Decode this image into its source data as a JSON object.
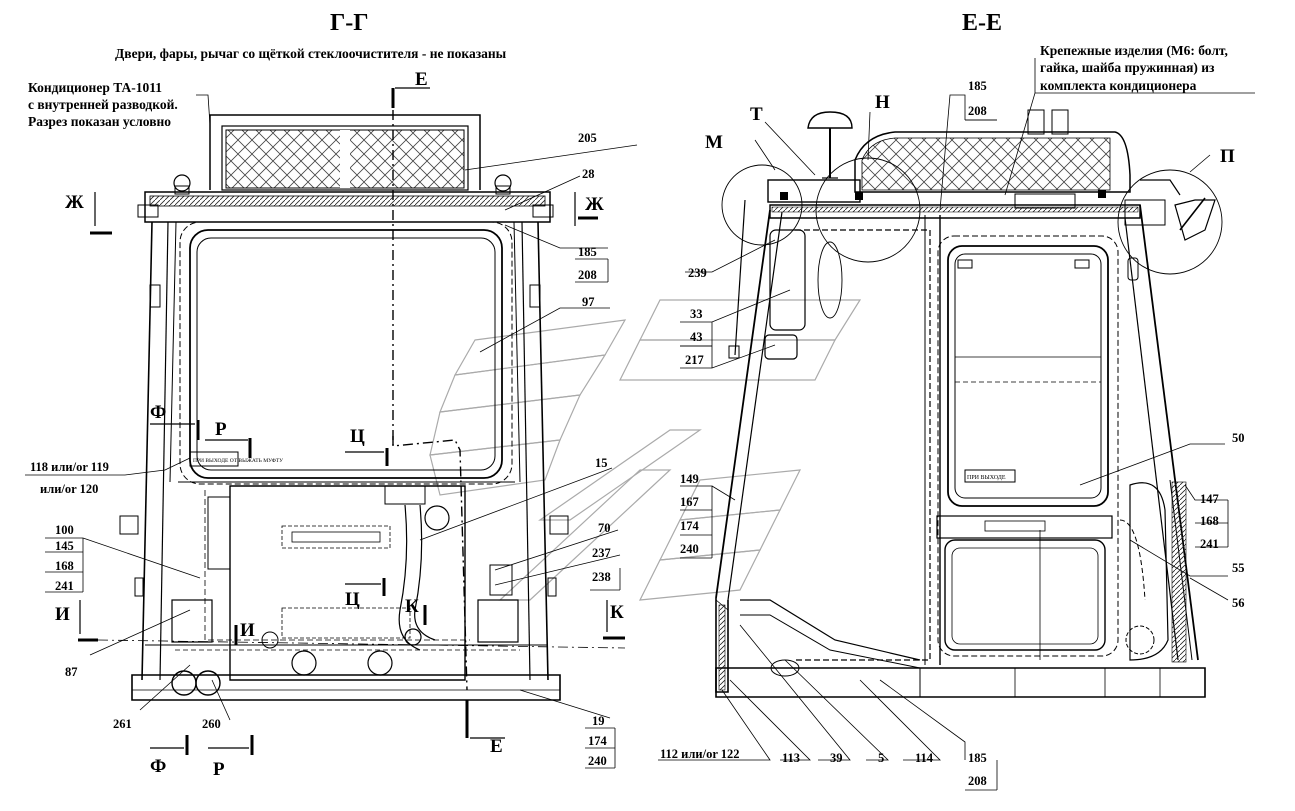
{
  "views": {
    "left_title": "Г-Г",
    "right_title": "Е-Е",
    "left_note": "Двери, фары, рычаг со щёткой стеклоочистителя - не показаны",
    "ac_note": [
      "Кондиционер ТА-1011",
      "с внутренней разводкой.",
      "Разрез показан условно"
    ],
    "fasteners_note": [
      "Крепежные изделия (М6: болт,",
      "гайка, шайба пружинная) из",
      "комплекта кондиционера"
    ]
  },
  "section_letters": {
    "E_top": "Е",
    "E_bottom": "Е",
    "Zh_left": "Ж",
    "Zh_right": "Ж",
    "F_mid": "Ф",
    "F_bot": "Ф",
    "R_mid": "Р",
    "R_bot": "Р",
    "Ts_mid": "Ц",
    "Ts_low": "Ц",
    "I_left": "И",
    "I_mid": "И",
    "K_mid": "К",
    "K_right": "К",
    "M": "М",
    "T": "Т",
    "N": "Н",
    "P": "П"
  },
  "callouts_left": {
    "c205": "205",
    "c28": "28",
    "c185": "185",
    "c208": "208",
    "c97": "97",
    "c118": "118 или/or 119",
    "c120": "или/or 120",
    "c15": "15",
    "c100": "100",
    "c145": "145",
    "c168": "168",
    "c241": "241",
    "c70": "70",
    "c237": "237",
    "c238": "238",
    "c87": "87",
    "c261": "261",
    "c260": "260",
    "c19": "19",
    "c174": "174",
    "c240": "240"
  },
  "callouts_right": {
    "c185": "185",
    "c208": "208",
    "c239": "239",
    "c33": "33",
    "c43": "43",
    "c217": "217",
    "c50": "50",
    "c149": "149",
    "c167": "167",
    "c174": "174",
    "c240": "240",
    "c147": "147",
    "c168": "168",
    "c241": "241",
    "c55": "55",
    "c56": "56",
    "c112": "112 или/or 122",
    "c113": "113",
    "c39": "39",
    "c5": "5",
    "c114": "114",
    "c185b": "185",
    "c208b": "208"
  },
  "plates": {
    "left_plate": "ПРИ ВЫХОДЕ ОТ ВЫЖАТЬ МУФТУ",
    "right_plate": "ПРИ ВЫХОДЕ"
  }
}
